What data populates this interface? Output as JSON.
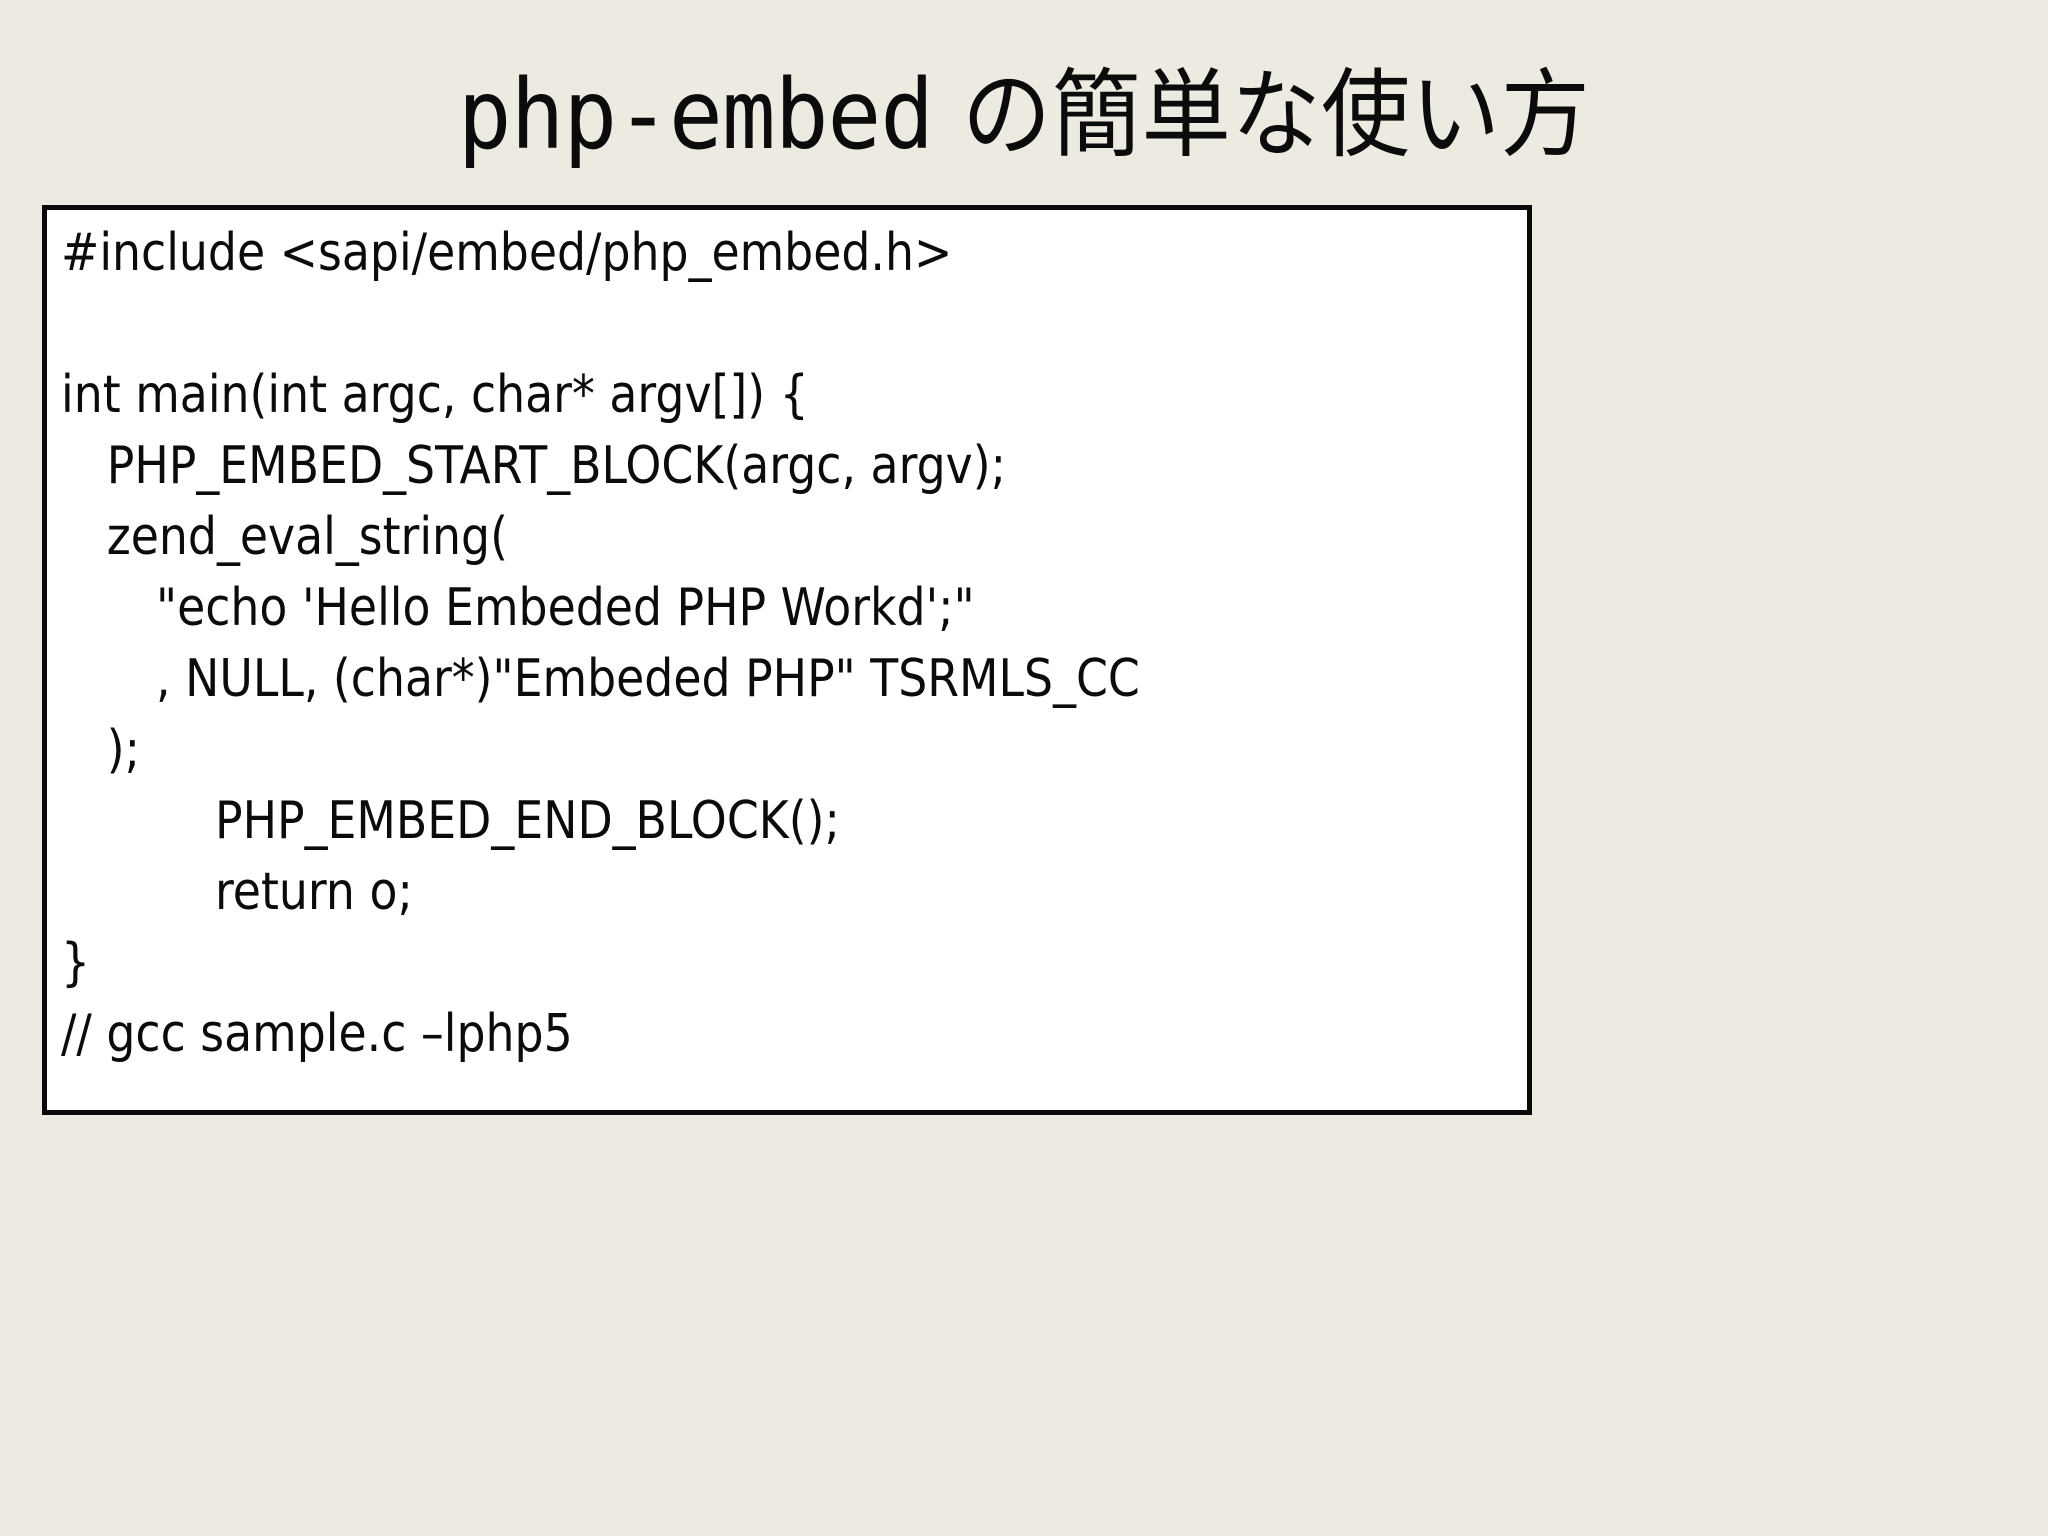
{
  "slide": {
    "background_color": "#EDEAE2",
    "title": "php-embed の簡単な使い方",
    "title_mono_segment": "php-embed",
    "title_cjk_segment": " の簡単な使い方"
  },
  "code_box": {
    "background_color": "#FFFFFF",
    "border_color": "#0A0A0A",
    "text_color": "#0B0B0B",
    "lines": [
      {
        "indent": 0,
        "text": "#include <sapi/embed/php_embed.h>"
      },
      {
        "indent": 0,
        "text": ""
      },
      {
        "indent": 0,
        "text": "int main(int argc, char* argv[]) {"
      },
      {
        "indent": 1,
        "text": "PHP_EMBED_START_BLOCK(argc, argv);"
      },
      {
        "indent": 1,
        "text": "zend_eval_string("
      },
      {
        "indent": 2,
        "text": "\"echo 'Hello Embeded PHP Workd';\""
      },
      {
        "indent": 2,
        "text": ", NULL, (char*)\"Embeded PHP\" TSRMLS_CC"
      },
      {
        "indent": 1,
        "text": ");"
      },
      {
        "indent": 3,
        "text": "PHP_EMBED_END_BLOCK();"
      },
      {
        "indent": 3,
        "text": "return o;"
      },
      {
        "indent": 0,
        "text": "}"
      },
      {
        "indent": 0,
        "text": "// gcc sample.c –lphp5"
      }
    ]
  }
}
